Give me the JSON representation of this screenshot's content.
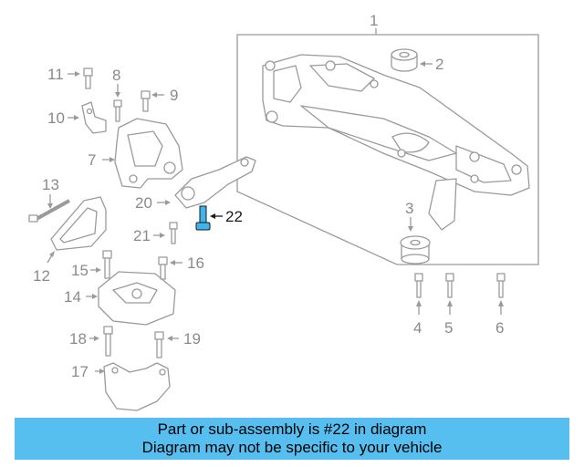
{
  "diagram": {
    "callouts": [
      {
        "id": "1",
        "label": "1"
      },
      {
        "id": "2",
        "label": "2"
      },
      {
        "id": "3",
        "label": "3"
      },
      {
        "id": "4",
        "label": "4"
      },
      {
        "id": "5",
        "label": "5"
      },
      {
        "id": "6",
        "label": "6"
      },
      {
        "id": "7",
        "label": "7"
      },
      {
        "id": "8",
        "label": "8"
      },
      {
        "id": "9",
        "label": "9"
      },
      {
        "id": "10",
        "label": "10"
      },
      {
        "id": "11",
        "label": "11"
      },
      {
        "id": "12",
        "label": "12"
      },
      {
        "id": "13",
        "label": "13"
      },
      {
        "id": "14",
        "label": "14"
      },
      {
        "id": "15",
        "label": "15"
      },
      {
        "id": "16",
        "label": "16"
      },
      {
        "id": "17",
        "label": "17"
      },
      {
        "id": "18",
        "label": "18"
      },
      {
        "id": "19",
        "label": "19"
      },
      {
        "id": "20",
        "label": "20"
      },
      {
        "id": "21",
        "label": "21"
      },
      {
        "id": "22",
        "label": "22"
      }
    ],
    "highlighted_part": "22",
    "highlight_color": "#3eb4ea"
  },
  "banner": {
    "line1": "Part or sub-assembly is #22 in diagram",
    "line2": "Diagram may not be specific to your vehicle",
    "background": "#56bff0"
  }
}
